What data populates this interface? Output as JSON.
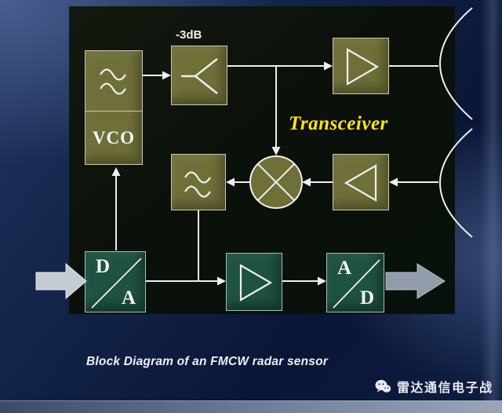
{
  "slide": {
    "caption": "Block Diagram of an FMCW radar sensor",
    "watermark": "雷达通信电子战"
  },
  "diagram": {
    "coupler_label": "-3dB",
    "transceiver_label": "Transceiver",
    "blocks": {
      "vco": {
        "label": "VCO"
      },
      "dac": {
        "letter_top": "D",
        "letter_bottom": "A"
      },
      "adc": {
        "letter_top": "A",
        "letter_bottom": "D"
      }
    },
    "icons": {
      "loop_filter": "double-wave",
      "if_filter": "double-wave",
      "power_splitter": "fork",
      "power_amplifier": "triangle-right",
      "low_noise_amplifier": "triangle-left",
      "if_amplifier": "triangle-right",
      "mixer": "circle-cross",
      "tx_antenna": "arc",
      "rx_antenna": "arc",
      "watermark_logo": "wechat-bubbles"
    },
    "colors": {
      "rf_block_fill": "#6f6f38",
      "baseband_block_fill": "#1e5242",
      "connector_line": "#eef0f0",
      "transceiver_text": "#ffe80a",
      "panel_background": "#0b100a",
      "slide_background": "#0f1d40"
    }
  }
}
